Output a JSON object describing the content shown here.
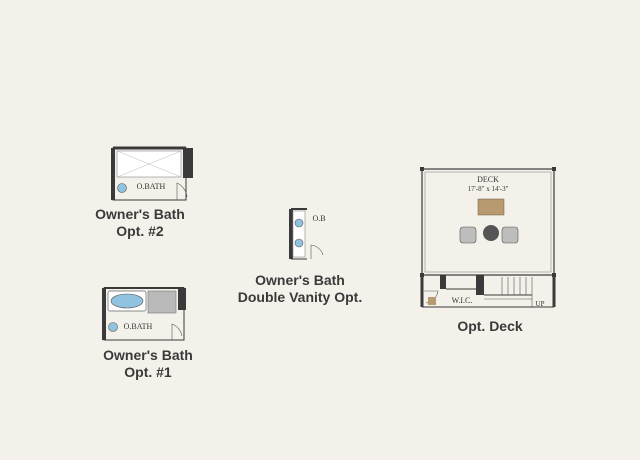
{
  "plans": {
    "bath_opt2": {
      "room_label": "O.BATH",
      "caption_line1": "Owner's Bath",
      "caption_line2": "Opt. #2"
    },
    "bath_vanity": {
      "room_label": "O.B",
      "caption_line1": "Owner's Bath",
      "caption_line2": "Double Vanity Opt."
    },
    "bath_opt1": {
      "room_label": "O.BATH",
      "caption_line1": "Owner's Bath",
      "caption_line2": "Opt. #1"
    },
    "deck": {
      "room_label": "DECK",
      "dimensions": "17'-8\" x 14'-3\"",
      "closet_label": "W.I.C.",
      "stair_label": "UP",
      "caption_line1": "Opt. Deck"
    }
  },
  "colors": {
    "background": "#f4f1ea",
    "wall": "#3a3a3a",
    "fixture_blue": "#8fc3e0",
    "table": "#b79a70",
    "pedestal": "#555555"
  }
}
